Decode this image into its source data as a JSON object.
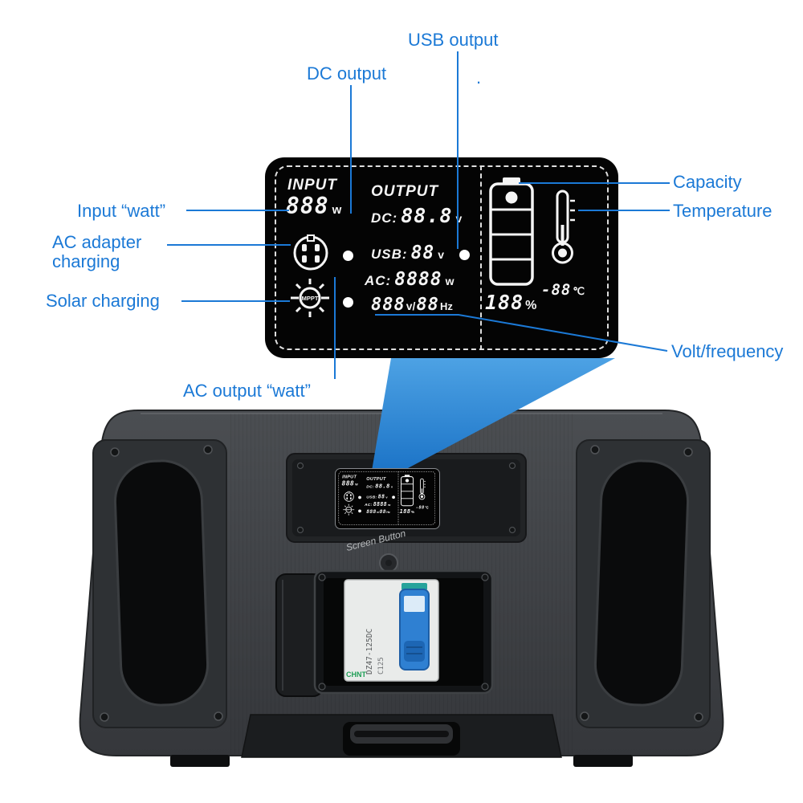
{
  "callouts": {
    "usb_output": "USB output",
    "dc_output": "DC output",
    "stray_dot": ".",
    "capacity": "Capacity",
    "temperature": "Temperature",
    "input_watt": "Input “watt”",
    "ac_adapter_charging_line1": "AC adapter",
    "ac_adapter_charging_line2": "charging",
    "solar_charging": "Solar charging",
    "volt_frequency": "Volt/frequency",
    "ac_output_watt": "AC output “watt”",
    "accent_color": "#1b79d6"
  },
  "display": {
    "input_label": "INPUT",
    "output_label": "OUTPUT",
    "input_watts": {
      "value": "888",
      "unit": "w"
    },
    "dc": {
      "label": "DC:",
      "value": "88.8",
      "unit": "v"
    },
    "usb": {
      "label": "USB:",
      "value": "88",
      "unit": "v"
    },
    "ac": {
      "label": "AC:",
      "value": "8888",
      "unit": "w"
    },
    "volt_freq": {
      "value1": "888",
      "sep": "v/",
      "value2": "88",
      "unit": "Hz"
    },
    "capacity": {
      "value": "188",
      "unit": "%"
    },
    "temperature": {
      "value": "-88",
      "unit": "℃"
    },
    "mppt_label": "MPPT"
  },
  "device": {
    "screen_button_label": "Screen Button",
    "breaker_model": "DZ47-125DC",
    "breaker_rating": "C125",
    "breaker_brand": "CHNT"
  }
}
